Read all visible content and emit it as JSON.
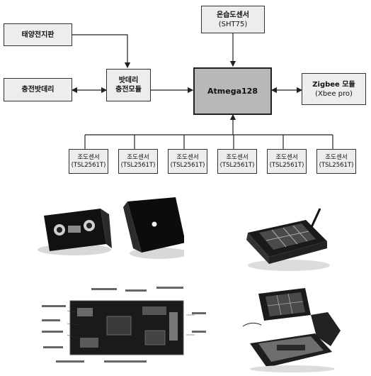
{
  "nodes": {
    "solar": {
      "label": "태양전지판"
    },
    "battery": {
      "label": "충전밧데리"
    },
    "charger": {
      "line1": "밧데리",
      "line2": "충전모듈"
    },
    "sht": {
      "line1": "온습도센서",
      "line2": "(SHT75)"
    },
    "mcu": {
      "label": "Atmega128"
    },
    "zigbee": {
      "line1": "Zigbee 모듈",
      "line2": "(Xbee pro)"
    }
  },
  "light_sensors": [
    {
      "line1": "조도센서",
      "line2": "(TSL2561T)"
    },
    {
      "line1": "조도센서",
      "line2": "(TSL2561T)"
    },
    {
      "line1": "조도센서",
      "line2": "(TSL2561T)"
    },
    {
      "line1": "조도센서",
      "line2": "(TSL2561T)"
    },
    {
      "line1": "조도센서",
      "line2": "(TSL2561T)"
    },
    {
      "line1": "조도센서",
      "line2": "(TSL2561T)"
    }
  ],
  "photos": {
    "sensor_modules": "sensor-housing-photo",
    "enclosure": "solar-enclosure-photo",
    "pcb": "circuit-board-photo",
    "assembly": "exploded-enclosure-photo"
  },
  "colors": {
    "box_fill": "#ededed",
    "center_fill": "#b8b8b8",
    "line": "#222222"
  }
}
